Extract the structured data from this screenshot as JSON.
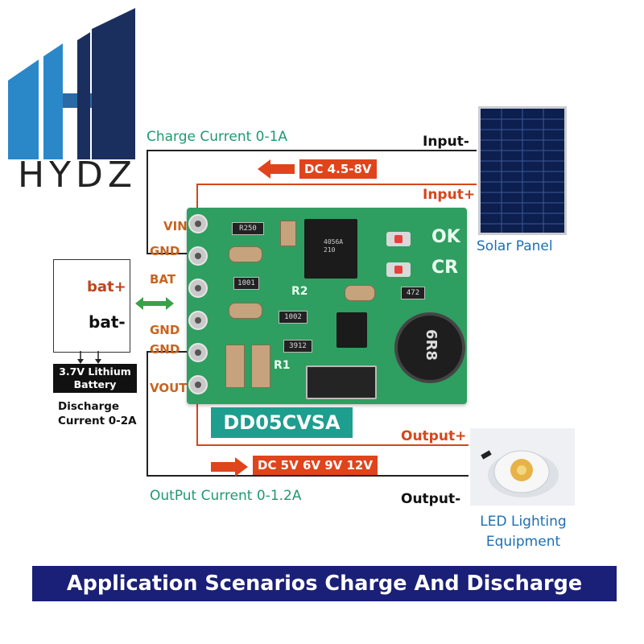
{
  "logo": {
    "text": "HYDZ",
    "colors": {
      "left": "#2b88c8",
      "right": "#1b2f5e"
    }
  },
  "labels": {
    "charge_current": "Charge Current 0-1A",
    "input_minus": "Input-",
    "input_plus": "Input+",
    "dc_input": "DC 4.5-8V",
    "solar_panel": "Solar Panel",
    "pins": {
      "vin": "VIN",
      "gnd1": "GND",
      "bat": "BAT",
      "gnd2": "GND",
      "gnd3": "GND",
      "vout": "VOUT"
    },
    "bat_plus": "bat+",
    "bat_minus": "bat-",
    "battery_type": "3.7V Lithium Battery",
    "discharge_current": "Discharge Current 0-2A",
    "model": "DD05CVSA",
    "output_plus": "Output+",
    "output_minus": "Output-",
    "dc_output": "DC 5V 6V 9V 12V",
    "output_current": "OutPut Current 0-1.2A",
    "led_equipment": "LED Lighting Equipment",
    "title": "Application Scenarios Charge And Discharge"
  },
  "pcb": {
    "silkscreen": {
      "ok": "OK",
      "cr": "CR",
      "r2": "R2",
      "r1": "R1"
    },
    "markings": {
      "r250": "R250",
      "r1001": "1001",
      "r472": "472",
      "r1002": "1002",
      "r3912": "3912",
      "ic": "4056A 210",
      "inductor": "6R8"
    }
  },
  "colors": {
    "accent_green": "#1f9a6e",
    "accent_orange": "#c8641e",
    "tag_red": "#e0441c",
    "pcb_green": "#2f9e61",
    "title_bg": "#1a1f78",
    "model_bg": "#1e9e8f",
    "text_blue": "#1c6fb3"
  }
}
